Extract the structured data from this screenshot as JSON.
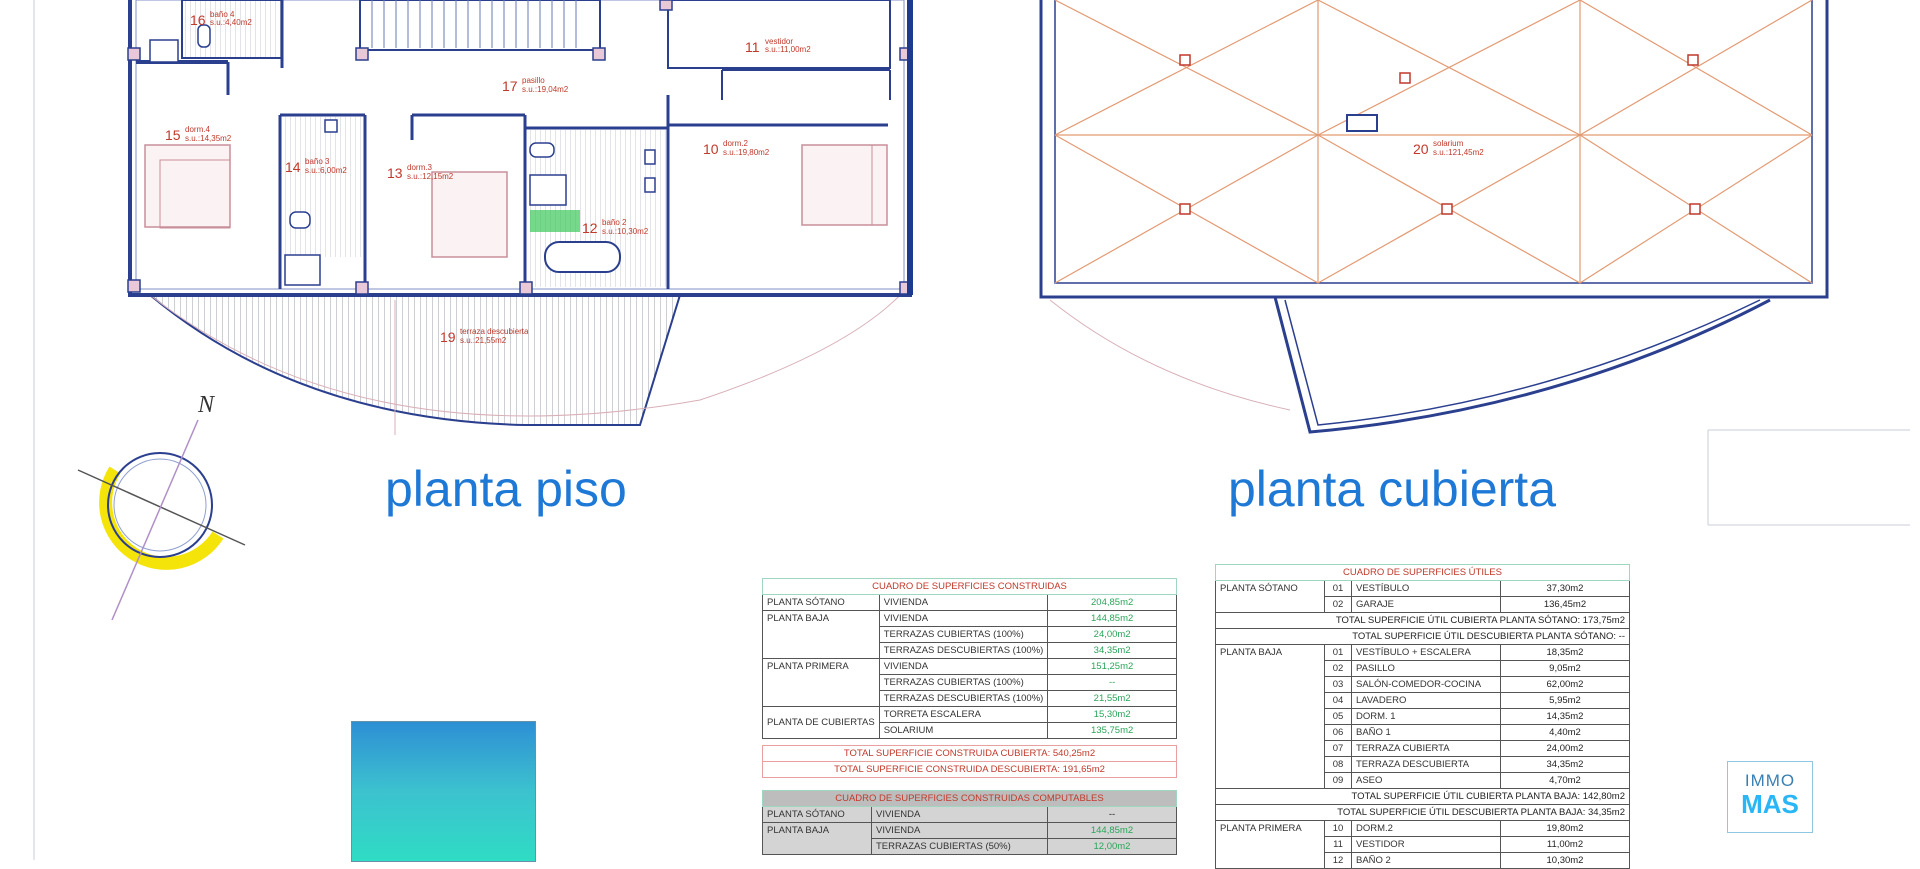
{
  "planta_piso": {
    "title": "planta piso",
    "rooms": [
      {
        "num": "16",
        "name": "baño 4",
        "area": "s.u.:4,40m2"
      },
      {
        "num": "11",
        "name": "vestidor",
        "area": "s.u.:11,00m2"
      },
      {
        "num": "17",
        "name": "pasillo",
        "area": "s.u.:19,04m2"
      },
      {
        "num": "15",
        "name": "dorm.4",
        "area": "s.u.:14,35m2"
      },
      {
        "num": "10",
        "name": "dorm.2",
        "area": "s.u.:19,80m2"
      },
      {
        "num": "14",
        "name": "baño 3",
        "area": "s.u.:6,00m2"
      },
      {
        "num": "13",
        "name": "dorm.3",
        "area": "s.u.:12,15m2"
      },
      {
        "num": "12",
        "name": "baño 2",
        "area": "s.u.:10,30m2"
      },
      {
        "num": "19",
        "name": "terraza descubierta",
        "area": "s.u.:21,55m2"
      }
    ],
    "north_label": "N"
  },
  "planta_cubierta": {
    "title": "planta cubierta",
    "room": {
      "num": "20",
      "name": "solarium",
      "area": "s.u.:121,45m2"
    }
  },
  "construidas": {
    "title": "CUADRO DE SUPERFICIES CONSTRUIDAS",
    "groups": [
      {
        "label": "PLANTA SÓTANO",
        "rows": [
          [
            "VIVIENDA",
            "204,85m2"
          ]
        ]
      },
      {
        "label": "PLANTA BAJA",
        "rows": [
          [
            "VIVIENDA",
            "144,85m2"
          ],
          [
            "TERRAZAS CUBIERTAS (100%)",
            "24,00m2"
          ],
          [
            "TERRAZAS DESCUBIERTAS (100%)",
            "34,35m2"
          ]
        ]
      },
      {
        "label": "PLANTA PRIMERA",
        "rows": [
          [
            "VIVIENDA",
            "151,25m2"
          ],
          [
            "TERRAZAS CUBIERTAS (100%)",
            "--"
          ],
          [
            "TERRAZAS DESCUBIERTAS (100%)",
            "21,55m2"
          ]
        ]
      },
      {
        "label": "PLANTA DE CUBIERTAS",
        "rows": [
          [
            "TORRETA ESCALERA",
            "15,30m2"
          ],
          [
            "SOLARIUM",
            "135,75m2"
          ]
        ]
      }
    ],
    "total_cubierta": "TOTAL SUPERFICIE CONSTRUIDA CUBIERTA: 540,25m2",
    "total_descubierta": "TOTAL SUPERFICIE CONSTRUIDA DESCUBIERTA: 191,65m2"
  },
  "computables": {
    "title": "CUADRO DE SUPERFICIES CONSTRUIDAS COMPUTABLES",
    "groups": [
      {
        "label": "PLANTA SÓTANO",
        "rows": [
          [
            "VIVIENDA",
            "--"
          ]
        ]
      },
      {
        "label": "PLANTA BAJA",
        "rows": [
          [
            "VIVIENDA",
            "144,85m2"
          ],
          [
            "TERRAZAS CUBIERTAS (50%)",
            "12,00m2"
          ]
        ]
      }
    ]
  },
  "utiles": {
    "title": "CUADRO DE SUPERFICIES ÚTILES",
    "sotano": {
      "label": "PLANTA SÓTANO",
      "rows": [
        [
          "01",
          "VESTÍBULO",
          "37,30m2"
        ],
        [
          "02",
          "GARAJE",
          "136,45m2"
        ]
      ]
    },
    "sotano_totals": [
      "TOTAL SUPERFICIE ÚTIL CUBIERTA PLANTA SÓTANO:   173,75m2",
      "TOTAL SUPERFICIE ÚTIL DESCUBIERTA PLANTA SÓTANO:      --"
    ],
    "baja": {
      "label": "PLANTA BAJA",
      "rows": [
        [
          "01",
          "VESTÍBULO + ESCALERA",
          "18,35m2"
        ],
        [
          "02",
          "PASILLO",
          "9,05m2"
        ],
        [
          "03",
          "SALÓN-COMEDOR-COCINA",
          "62,00m2"
        ],
        [
          "04",
          "LAVADERO",
          "5,95m2"
        ],
        [
          "05",
          "DORM. 1",
          "14,35m2"
        ],
        [
          "06",
          "BAÑO 1",
          "4,40m2"
        ],
        [
          "07",
          "TERRAZA CUBIERTA",
          "24,00m2"
        ],
        [
          "08",
          "TERRAZA DESCUBIERTA",
          "34,35m2"
        ],
        [
          "09",
          "ASEO",
          "4,70m2"
        ]
      ]
    },
    "baja_totals": [
      "TOTAL SUPERFICIE ÚTIL CUBIERTA PLANTA BAJA:     142,80m2",
      "TOTAL SUPERFICIE ÚTIL DESCUBIERTA PLANTA BAJA:  34,35m2"
    ],
    "primera": {
      "label": "PLANTA PRIMERA",
      "rows": [
        [
          "10",
          "DORM.2",
          "19,80m2"
        ],
        [
          "11",
          "VESTIDOR",
          "11,00m2"
        ],
        [
          "12",
          "BAÑO 2",
          "10,30m2"
        ]
      ]
    }
  },
  "logo": {
    "line1": "IMMO",
    "line2": "MAS"
  },
  "colors": {
    "wall": "#2b3f8f",
    "roof_line": "#e39a72",
    "label_red": "#c0392b",
    "title_blue": "#1e78d6",
    "compass_yellow": "#f5e40a"
  }
}
